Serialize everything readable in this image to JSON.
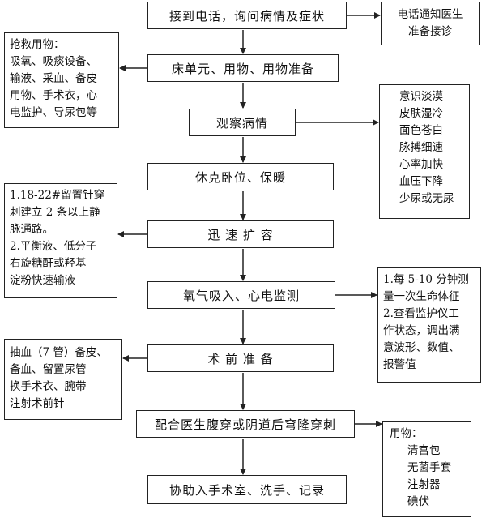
{
  "steps": [
    "接到电话，询问病情及症状",
    "床单元、用物、用物准备",
    "观察病情",
    "休克卧位、保暖",
    "迅 速 扩 容",
    "氧气吸入、心电监测",
    "术 前 准 备",
    "配合医生腹穿或阴道后穹隆穿刺",
    "协助入手术室、洗手、记录"
  ],
  "notes": {
    "notify": [
      "电话通知医生",
      "准备接诊"
    ],
    "rescue": [
      "抢救用物：",
      "吸氧、吸痰设备、",
      "输液、采血、备皮",
      "用物、手术衣，心",
      "电监护、导尿包等"
    ],
    "symptoms": [
      "意识淡漠",
      "皮肤湿冷",
      "面色苍白",
      "脉搏细速",
      "心率加快",
      "血压下降",
      "少尿或无尿"
    ],
    "infusion": [
      "1.18-22#留置针穿",
      "刺建立 2 条以上静",
      "脉通路。",
      "2.平衡液、低分子",
      "右旋糖酐或羟基",
      "淀粉快速输液"
    ],
    "monitor": [
      "1.每 5-10 分钟测",
      "量一次生命体征",
      "2.查看监护仪工",
      "作状态，调出满",
      "意波形、数值、",
      "报警值"
    ],
    "preop": [
      "抽血（7 管）备皮、",
      "备血、留置尿管",
      "换手术衣、腕带",
      "注射术前针"
    ],
    "supplies": [
      "用物：",
      "清宫包",
      "无菌手套",
      "注射器",
      "碘伏"
    ]
  }
}
